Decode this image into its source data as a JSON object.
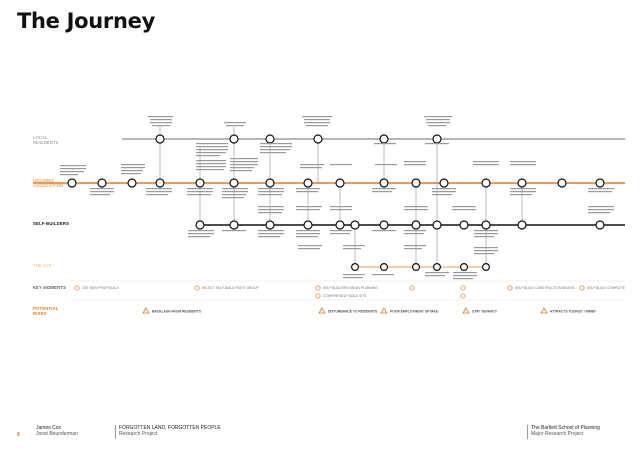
{
  "title": "The Journey",
  "lanes": {
    "local_residents": "LOCAL RESIDENTS",
    "housing_association": "HOUSING ASSOCIATION",
    "self_builders": "SELF-BUILDERS",
    "clt": "THE CLT",
    "key_moments": "KEY MOMENTS",
    "potential_risks": "POTENTIAL RISKS"
  },
  "key_moments": [
    "GET NEW PROPOSALS",
    "SELECT SELF BUILD RIGHT GROUP",
    "SELF BUILDERS BEGIN PLANNING",
    "CONFIRM SELF BUILD SITE",
    "SELF BUILD CONSTRUCTION BEGINS",
    "SELF BUILD COMPLETE"
  ],
  "risks": [
    "BACKLASH FROM RESIDENTS",
    "DISTURBANCE TO RESIDENTS",
    "POOR EMPLOYMENT UPTAKE",
    "STAY TENANCY",
    "ATTRACTS TOURIST / NIMBY"
  ],
  "colors": {
    "grey_line": "#8a8a8a",
    "orange": "#e07a1c",
    "black": "#111111",
    "pale_orange": "#f5b98a"
  },
  "footer": {
    "page": "8",
    "author1": "James Cox",
    "author2": "Joost Beunderman",
    "project_title": "FORGOTTEN LAND, FORGOTTEN PEOPLE",
    "project_type": "Research Project",
    "school": "The Bartlett School of Planning",
    "school_sub": "Major Research Project"
  }
}
